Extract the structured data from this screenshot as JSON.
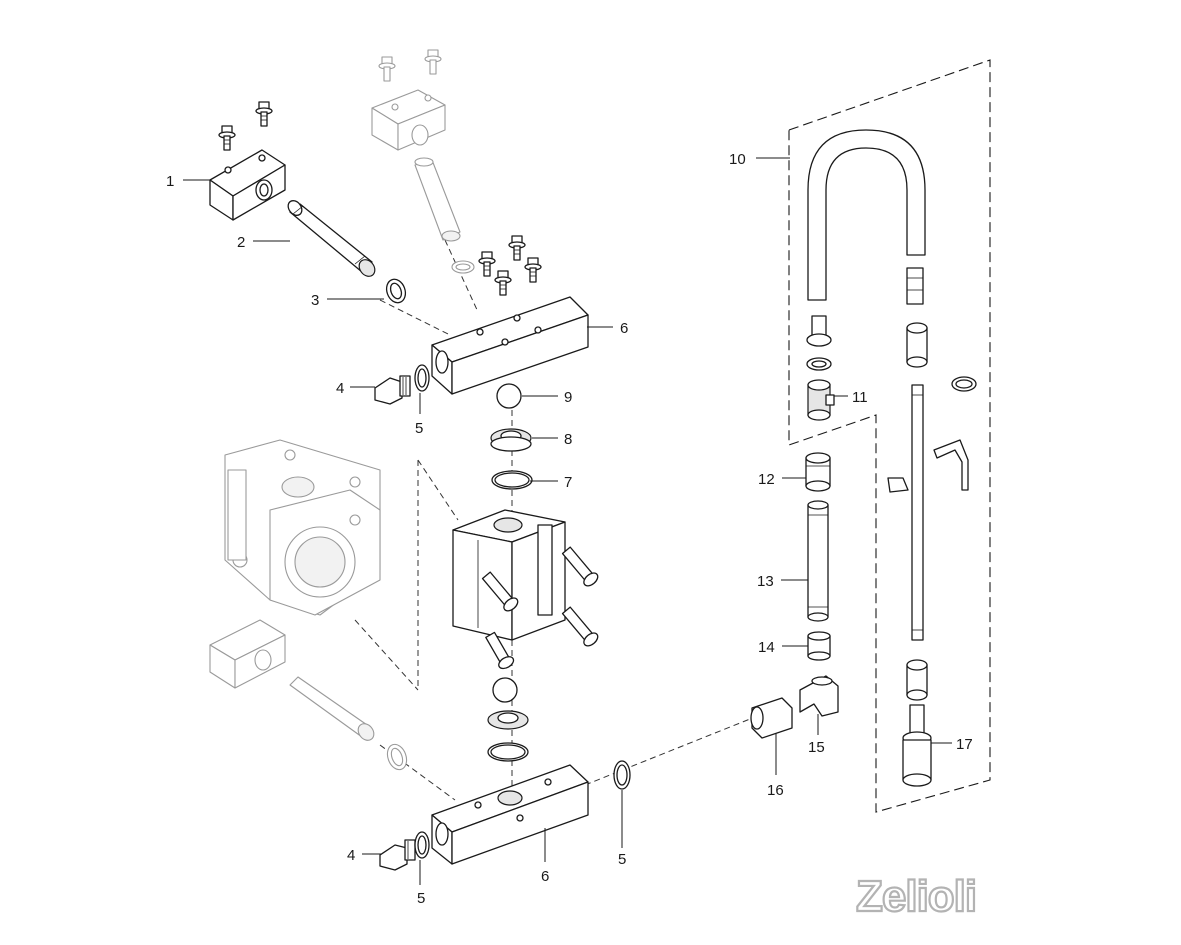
{
  "callouts": [
    {
      "id": "c1",
      "label": "1"
    },
    {
      "id": "c2",
      "label": "2"
    },
    {
      "id": "c3",
      "label": "3"
    },
    {
      "id": "c4a",
      "label": "4"
    },
    {
      "id": "c5a",
      "label": "5"
    },
    {
      "id": "c6a",
      "label": "6"
    },
    {
      "id": "c9",
      "label": "9"
    },
    {
      "id": "c8",
      "label": "8"
    },
    {
      "id": "c7",
      "label": "7"
    },
    {
      "id": "c10",
      "label": "10"
    },
    {
      "id": "c11",
      "label": "11"
    },
    {
      "id": "c12",
      "label": "12"
    },
    {
      "id": "c13",
      "label": "13"
    },
    {
      "id": "c14",
      "label": "14"
    },
    {
      "id": "c15",
      "label": "15"
    },
    {
      "id": "c16",
      "label": "16"
    },
    {
      "id": "c17",
      "label": "17"
    },
    {
      "id": "c4b",
      "label": "4"
    },
    {
      "id": "c5b",
      "label": "5"
    },
    {
      "id": "c6b",
      "label": "6"
    },
    {
      "id": "c5c",
      "label": "5"
    }
  ],
  "logo": {
    "text": "Zelioli"
  }
}
